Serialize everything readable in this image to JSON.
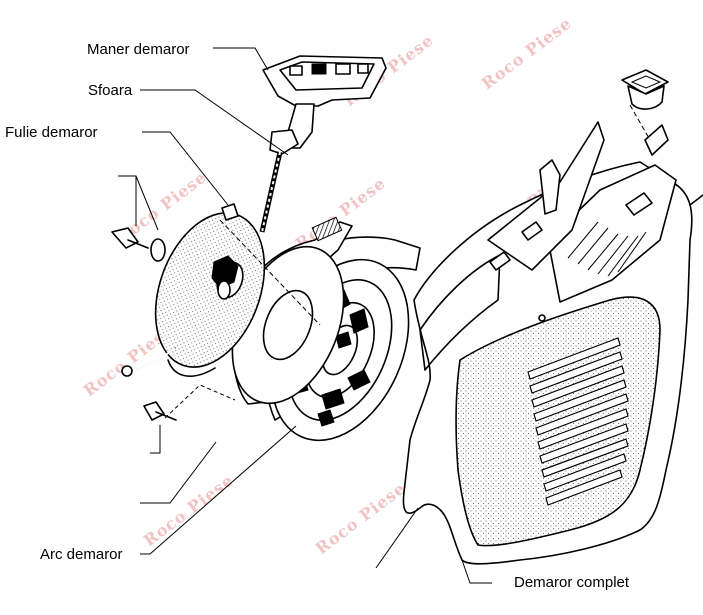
{
  "labels": {
    "handle": "Maner demaror",
    "cord": "Sfoara",
    "pulley": "Fulie demaror",
    "spring": "Arc demaror",
    "complete": "Demaror complet"
  },
  "watermark": "Roco Piese",
  "colors": {
    "watermark": "#f1c3c3",
    "ink": "#000000",
    "paper": "#ffffff"
  }
}
